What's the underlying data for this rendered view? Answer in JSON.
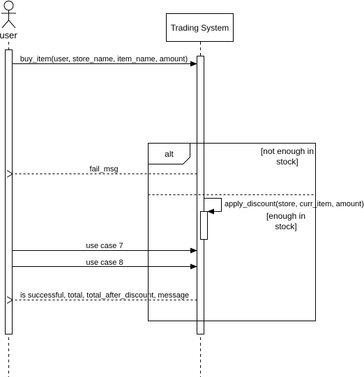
{
  "participants": {
    "user": {
      "label": "user"
    },
    "system": {
      "label": "Trading System"
    }
  },
  "fragment": {
    "operator": "alt",
    "guard_top": [
      "[not enough in",
      "stock]"
    ],
    "guard_bottom": [
      "[enough in",
      "stock]"
    ]
  },
  "messages": {
    "buy_item": "buy_item(user, store_name, item_name, amount)",
    "fail_msg": "fail_msg",
    "apply_discount": "apply_discount(store, curr_item, amount)",
    "use_case_7": "use case 7",
    "use_case_8": "use case 8",
    "result": "is successful, total, total_after_discount, message"
  },
  "colors": {
    "line": "#000000",
    "background": "#ffffff"
  }
}
